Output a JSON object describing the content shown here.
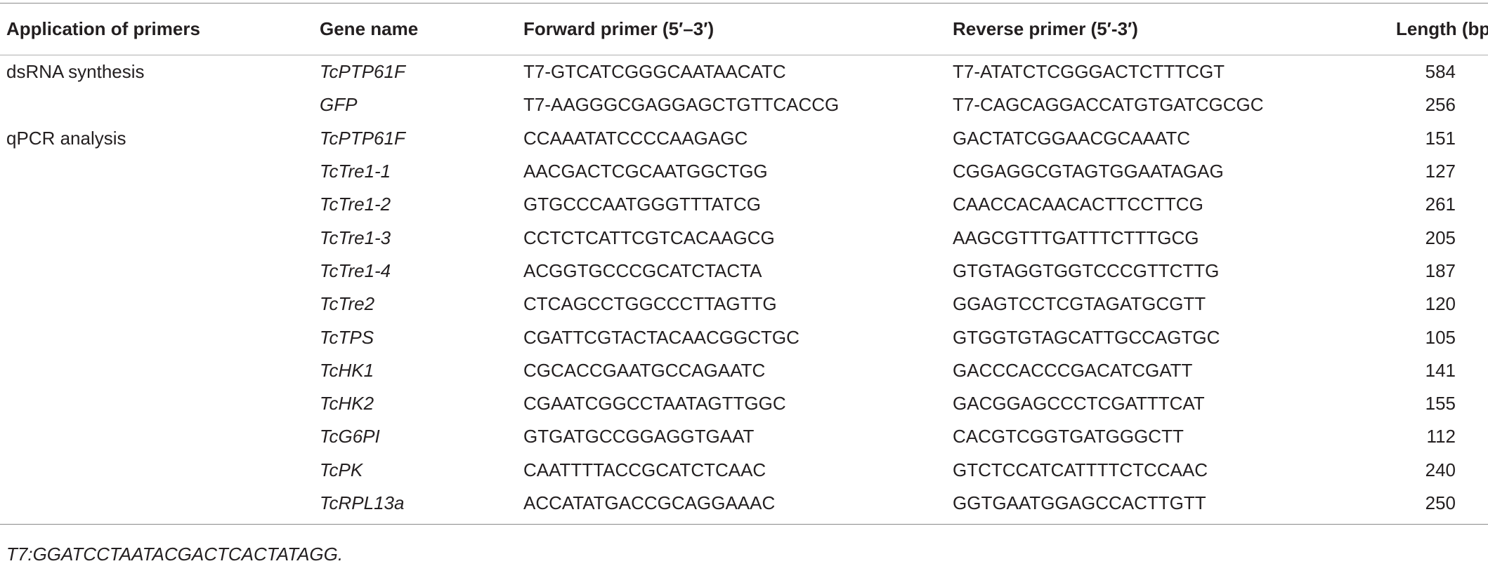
{
  "table": {
    "headers": [
      "Application of primers",
      "Gene name",
      "Forward primer (5′–3′)",
      "Reverse primer (5′-3′)",
      "Length (bp)"
    ],
    "rows": [
      {
        "application": "dsRNA synthesis",
        "gene": "TcPTP61F",
        "forward": "T7-GTCATCGGGCAATAACATC",
        "reverse": "T7-ATATCTCGGGACTCTTTCGT",
        "length": "584"
      },
      {
        "application": "",
        "gene": "GFP",
        "forward": "T7-AAGGGCGAGGAGCTGTTCACCG",
        "reverse": "T7-CAGCAGGACCATGTGATCGCGC",
        "length": "256"
      },
      {
        "application": "qPCR analysis",
        "gene": "TcPTP61F",
        "forward": "CCAAATATCCCCAAGAGC",
        "reverse": "GACTATCGGAACGCAAATC",
        "length": "151"
      },
      {
        "application": "",
        "gene": "TcTre1-1",
        "forward": "AACGACTCGCAATGGCTGG",
        "reverse": "CGGAGGCGTAGTGGAATAGAG",
        "length": "127"
      },
      {
        "application": "",
        "gene": "TcTre1-2",
        "forward": "GTGCCCAATGGGTTTATCG",
        "reverse": "CAACCACAACACTTCCTTCG",
        "length": "261"
      },
      {
        "application": "",
        "gene": "TcTre1-3",
        "forward": "CCTCTCATTCGTCACAAGCG",
        "reverse": "AAGCGTTTGATTTCTTTGCG",
        "length": "205"
      },
      {
        "application": "",
        "gene": "TcTre1-4",
        "forward": "ACGGTGCCCGCATCTACTA",
        "reverse": "GTGTAGGTGGTCCCGTTCTTG",
        "length": "187"
      },
      {
        "application": "",
        "gene": "TcTre2",
        "forward": "CTCAGCCTGGCCCTTAGTTG",
        "reverse": "GGAGTCCTCGTAGATGCGTT",
        "length": "120"
      },
      {
        "application": "",
        "gene": "TcTPS",
        "forward": "CGATTCGTACTACAACGGCTGC",
        "reverse": "GTGGTGTAGCATTGCCAGTGC",
        "length": "105"
      },
      {
        "application": "",
        "gene": "TcHK1",
        "forward": "CGCACCGAATGCCAGAATC",
        "reverse": "GACCCACCCGACATCGATT",
        "length": "141"
      },
      {
        "application": "",
        "gene": "TcHK2",
        "forward": "CGAATCGGCCTAATAGTTGGC",
        "reverse": "GACGGAGCCCTCGATTTCAT",
        "length": "155"
      },
      {
        "application": "",
        "gene": "TcG6PI",
        "forward": "GTGATGCCGGAGGTGAAT",
        "reverse": "CACGTCGGTGATGGGCTT",
        "length": "112"
      },
      {
        "application": "",
        "gene": "TcPK",
        "forward": "CAATTTTACCGCATCTCAAC",
        "reverse": "GTCTCCATCATTTTCTCCAAC",
        "length": "240"
      },
      {
        "application": "",
        "gene": "TcRPL13a",
        "forward": "ACCATATGACCGCAGGAAAC",
        "reverse": "GGTGAATGGAGCCACTTGTT",
        "length": "250"
      }
    ]
  },
  "footnote": "T7:GGATCCTAATACGACTCACTATAGG."
}
